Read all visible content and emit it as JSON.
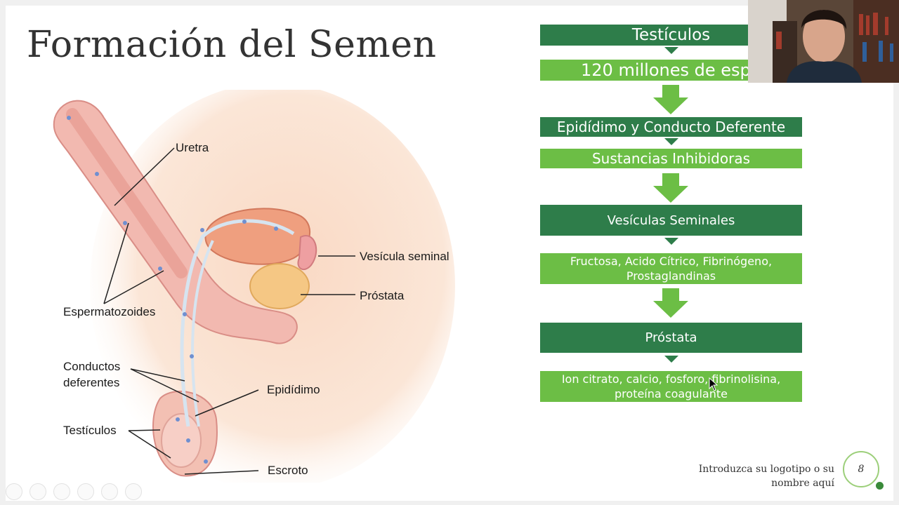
{
  "slide": {
    "title": "Formación del Semen",
    "page_number": "8",
    "logo_placeholder_line1": "Introduzca su logotipo o su",
    "logo_placeholder_line2": "nombre aquí"
  },
  "diagram": {
    "labels": {
      "uretra": "Uretra",
      "espermatozoides": "Espermatozoides",
      "vesicula_seminal": "Vesícula seminal",
      "prostata": "Próstata",
      "conductos_line1": "Conductos",
      "conductos_line2": "deferentes",
      "epididimo": "Epidídimo",
      "testiculos": "Testículos",
      "escroto": "Escroto"
    }
  },
  "flowchart": {
    "step1_title": "Testículos",
    "step1_detail": "120 millones de esp",
    "step2_title": "Epidídimo y Conducto Deferente",
    "step2_detail": "Sustancias Inhibidoras",
    "step3_title": "Vesículas Seminales",
    "step3_detail_line1": "Fructosa, Acido Cítrico, Fibrinógeno,",
    "step3_detail_line2": "Prostaglandinas",
    "step4_title": "Próstata",
    "step4_detail_line1": "Ion citrato, calcio, fosforo, fibrinolisina,",
    "step4_detail_line2": "proteína coagulante"
  },
  "colors": {
    "dark_green": "#2e7d4a",
    "light_green": "#6cbe45",
    "title_text": "#333333"
  },
  "icons": [
    "arrow-down-icon",
    "mouse-cursor-icon",
    "webcam-video"
  ]
}
